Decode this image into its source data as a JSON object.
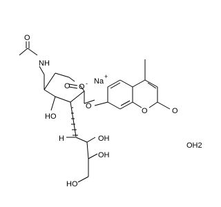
{
  "atoms": {
    "carbonyl_o_1": "O",
    "nh": "NH",
    "ho_ring": "HO",
    "h_side": "H",
    "oh_1": "OH",
    "oh_2": "OH",
    "ho_end": "HO",
    "o_ring": "O",
    "o_link": "O",
    "o_coumarin_ring": "O",
    "carbonyl_o_2": "O",
    "o_acid": "O",
    "na": "Na",
    "na_charge": "+",
    "o_charge": "-",
    "water": "OH2"
  }
}
